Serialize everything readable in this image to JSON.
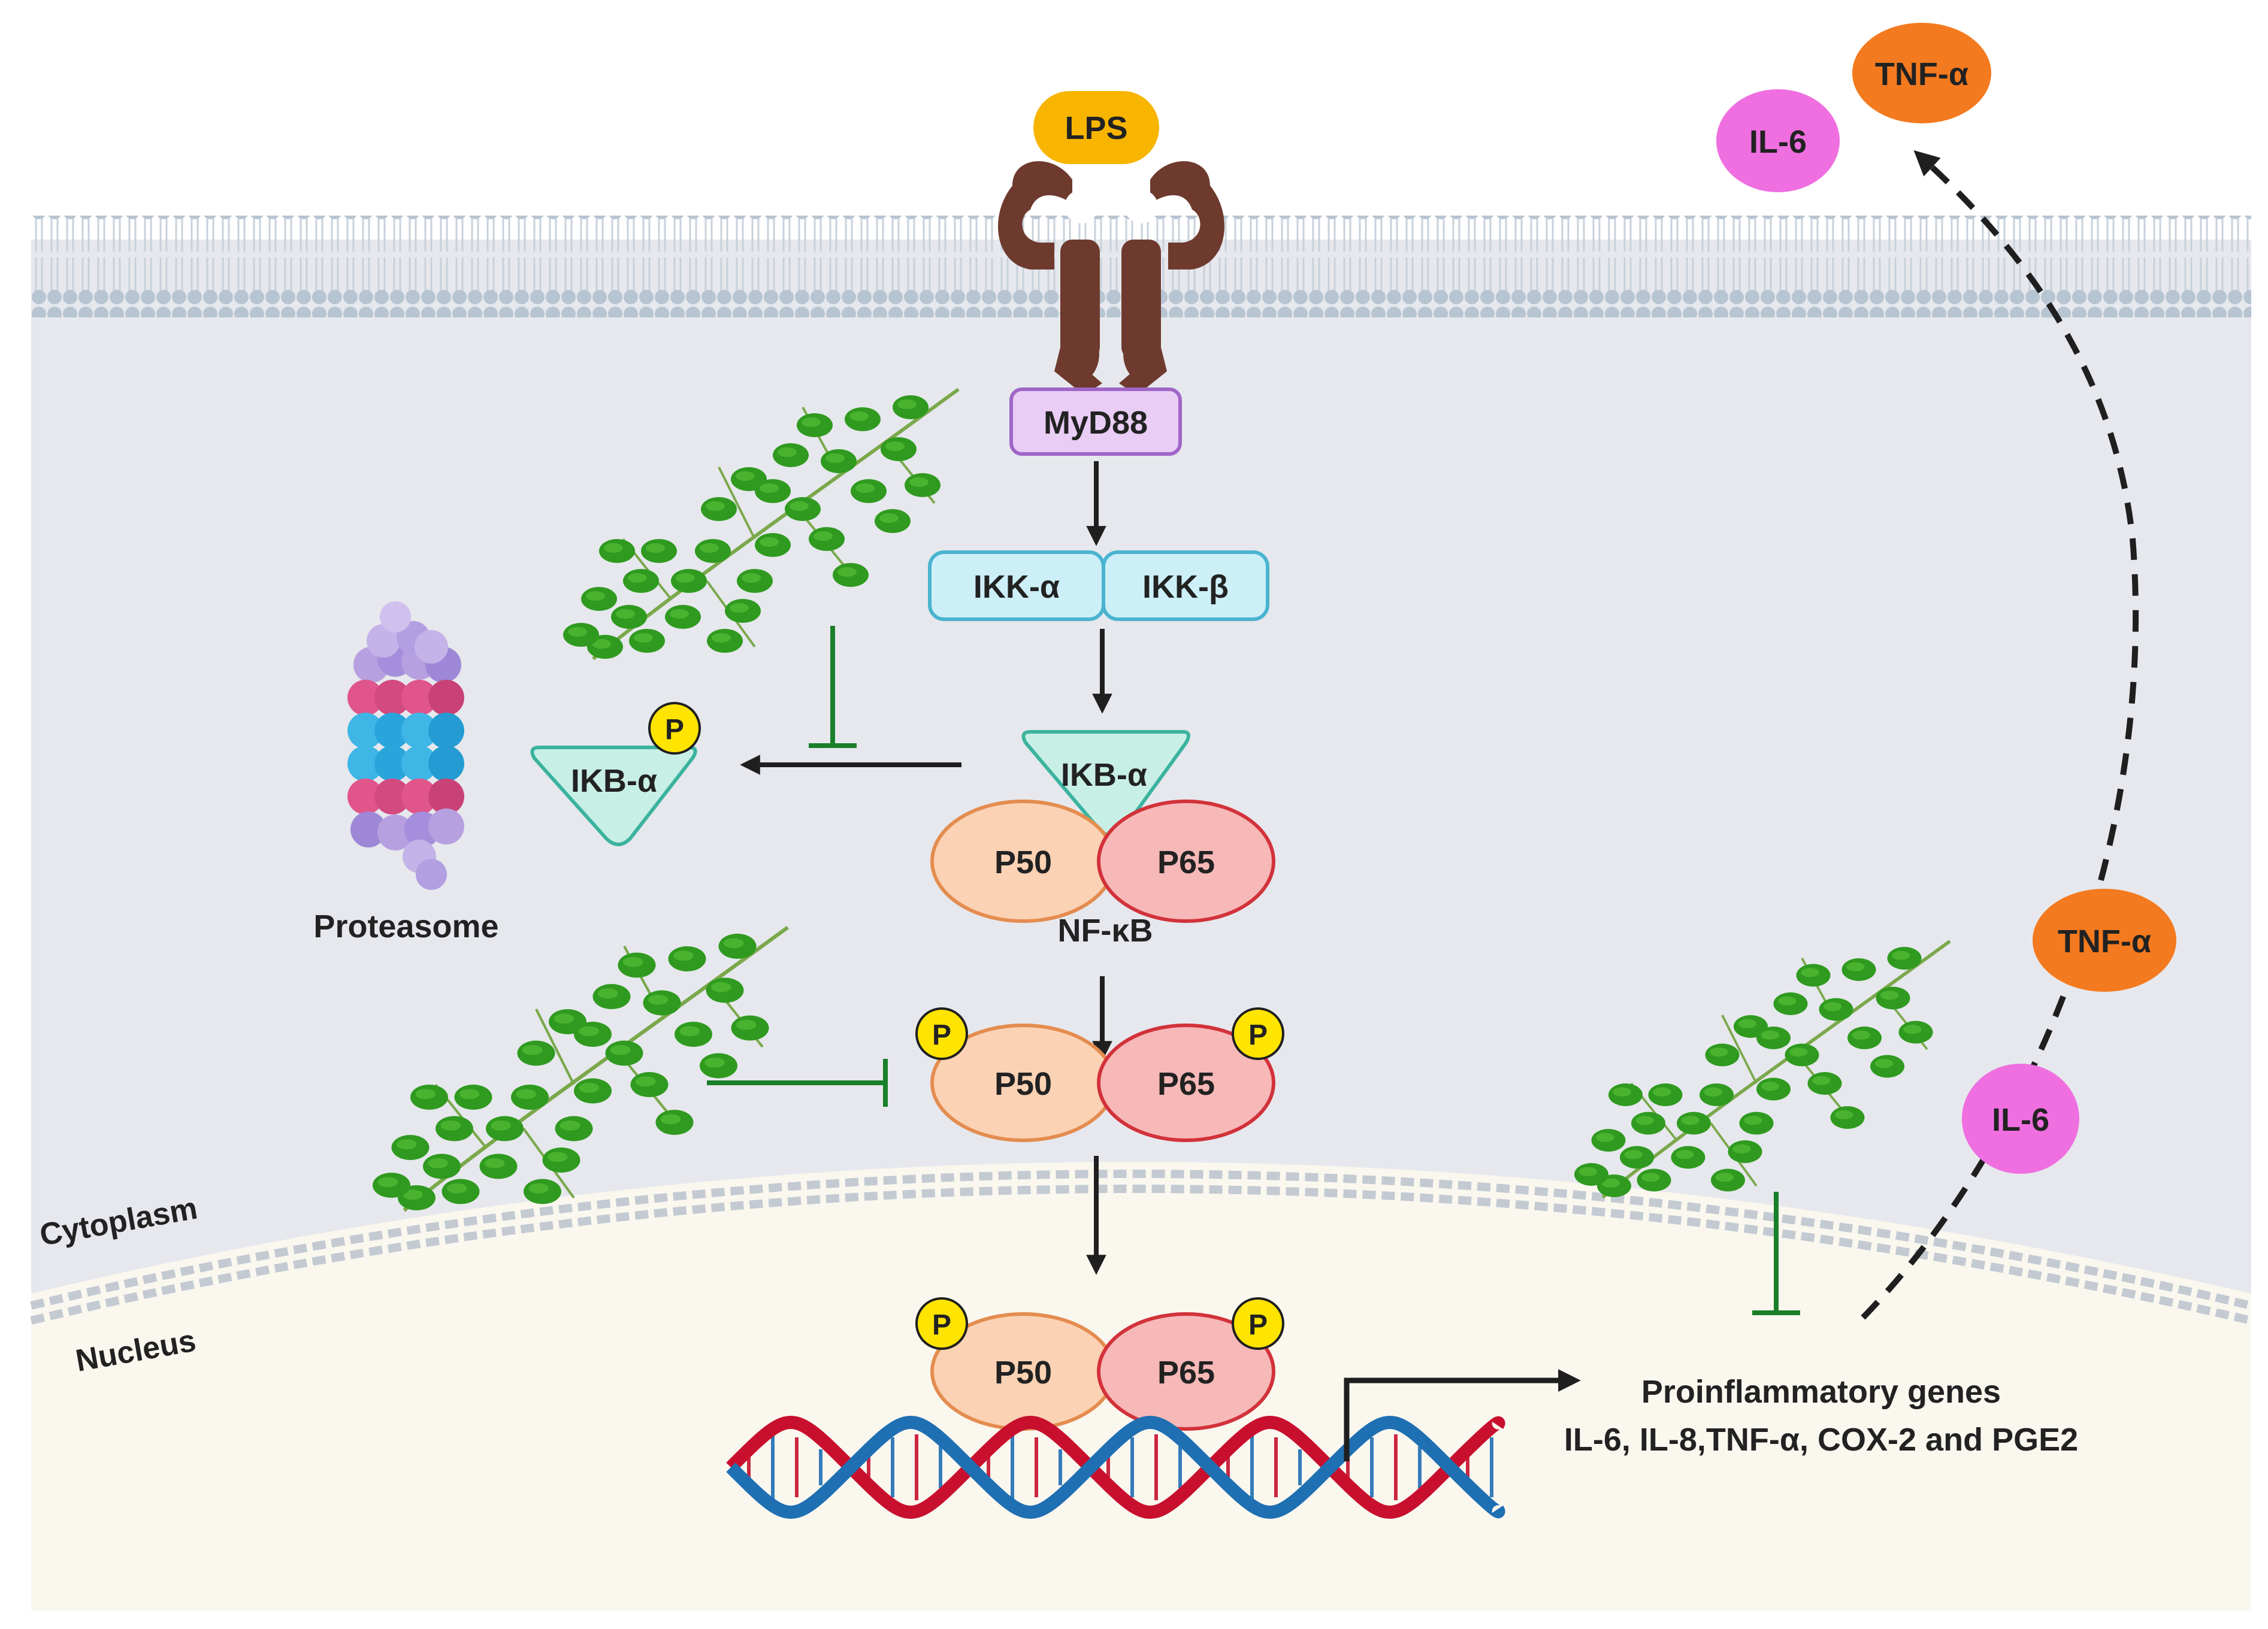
{
  "colors": {
    "background": "#ffffff",
    "cytoplasm": "#e6e8ed",
    "nucleus": "#faf7ef",
    "membrane_head": "#b9c6d3",
    "membrane_tail": "#c9d2dc",
    "receptor": "#6e3a2e",
    "lps": "#f7b500",
    "tnf": "#f47a1f",
    "il6": "#ef6fe0",
    "myd88_fill": "#e9cdf5",
    "myd88_stroke": "#a066c7",
    "ikk_fill": "#cdeff8",
    "ikk_stroke": "#49b4cf",
    "ikba_fill": "#c8efe6",
    "ikba_stroke": "#3bb39e",
    "p50_fill": "#fbd2b4",
    "p50_stroke": "#e48c4f",
    "p65_fill": "#f7b8b8",
    "p65_stroke": "#d2323a",
    "phospho": "#ffe400",
    "arrow": "#1f1f1f",
    "inhibit": "#1a7f2a",
    "leaf": "#2f9a1f",
    "dna_red": "#c8102e",
    "dna_blue": "#1f6fb3"
  },
  "icons": [
    "moringa-leaf-icon",
    "proteasome-icon",
    "receptor-icon",
    "dna-helix-icon"
  ],
  "labels": {
    "lps": "LPS",
    "tnf_alpha": "TNF-α",
    "il6": "IL-6",
    "myd88": "MyD88",
    "ikk_alpha": "IKK-α",
    "ikk_beta": "IKK-β",
    "ikb_alpha": "IKB-α",
    "p": "P",
    "p50": "P50",
    "p65": "P65",
    "nfkb": "NF-κB",
    "proteasome": "Proteasome",
    "cytoplasm": "Cytoplasm",
    "nucleus": "Nucleus",
    "genes_title": "Proinflammatory genes",
    "genes_list": "IL-6, IL-8,TNF-α, COX-2 and PGE2"
  }
}
